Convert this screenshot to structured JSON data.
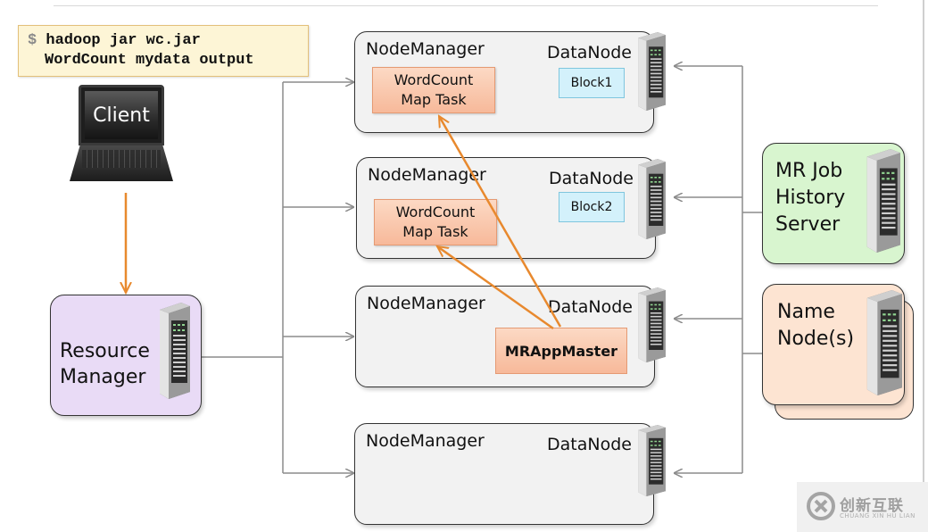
{
  "command": {
    "prompt": "$",
    "line1": "hadoop jar wc.jar",
    "line2": "WordCount mydata output"
  },
  "client": {
    "label": "Client"
  },
  "resource_manager": {
    "line1": "Resource",
    "line2": "Manager"
  },
  "nodes": [
    {
      "nm_label": "NodeManager",
      "dn_label": "DataNode",
      "task_line1": "WordCount",
      "task_line2": "Map Task",
      "block": "Block1"
    },
    {
      "nm_label": "NodeManager",
      "dn_label": "DataNode",
      "task_line1": "WordCount",
      "task_line2": "Map Task",
      "block": "Block2"
    },
    {
      "nm_label": "NodeManager",
      "dn_label": "DataNode",
      "app_master": "MRAppMaster"
    },
    {
      "nm_label": "NodeManager",
      "dn_label": "DataNode"
    }
  ],
  "job_history": {
    "line1": "MR Job",
    "line2": "History",
    "line3": "Server"
  },
  "name_node": {
    "line1": "Name",
    "line2": "Node(s)"
  },
  "watermark": {
    "text": "创新互联",
    "sub": "CHUANG XIN HU LIAN"
  },
  "colors": {
    "arrow_orange": "#e8892e",
    "line_gray": "#8c8c8c",
    "rm_fill": "#e9dbf6",
    "jhs_fill": "#d8f5cf",
    "nn_fill": "#fde4d2",
    "task_fill": "#f7b99a",
    "block_fill": "#d3f1fb"
  },
  "icons": [
    "laptop-icon",
    "server-icon"
  ]
}
